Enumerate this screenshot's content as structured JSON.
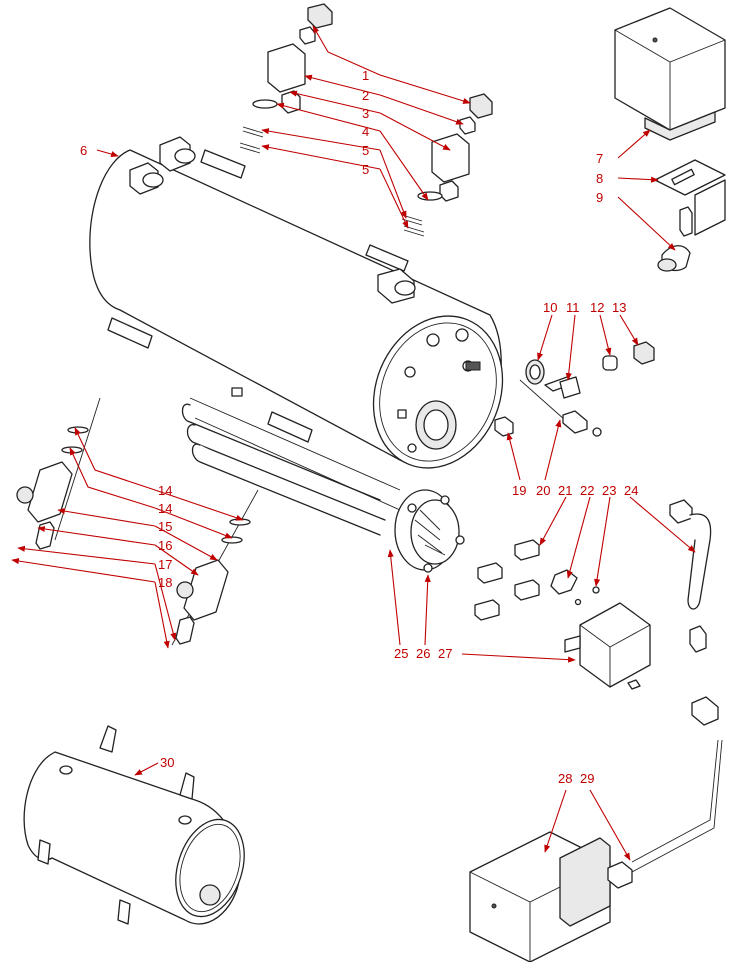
{
  "diagram": {
    "colors": {
      "label": "#c00000",
      "line": "#222222"
    },
    "labels": [
      {
        "id": "l1",
        "text": "1"
      },
      {
        "id": "l2",
        "text": "2"
      },
      {
        "id": "l3",
        "text": "3"
      },
      {
        "id": "l4",
        "text": "4"
      },
      {
        "id": "l5a",
        "text": "5"
      },
      {
        "id": "l5b",
        "text": "5"
      },
      {
        "id": "l6",
        "text": "6"
      },
      {
        "id": "l7",
        "text": "7"
      },
      {
        "id": "l8",
        "text": "8"
      },
      {
        "id": "l9",
        "text": "9"
      },
      {
        "id": "l10",
        "text": "10"
      },
      {
        "id": "l11",
        "text": "11"
      },
      {
        "id": "l12",
        "text": "12"
      },
      {
        "id": "l13",
        "text": "13"
      },
      {
        "id": "l14a",
        "text": "14"
      },
      {
        "id": "l14b",
        "text": "14"
      },
      {
        "id": "l15",
        "text": "15"
      },
      {
        "id": "l16",
        "text": "16"
      },
      {
        "id": "l17",
        "text": "17"
      },
      {
        "id": "l18",
        "text": "18"
      },
      {
        "id": "l19",
        "text": "19"
      },
      {
        "id": "l20",
        "text": "20"
      },
      {
        "id": "l21",
        "text": "21"
      },
      {
        "id": "l22",
        "text": "22"
      },
      {
        "id": "l23",
        "text": "23"
      },
      {
        "id": "l24",
        "text": "24"
      },
      {
        "id": "l25",
        "text": "25"
      },
      {
        "id": "l26",
        "text": "26"
      },
      {
        "id": "l27",
        "text": "27"
      },
      {
        "id": "l28",
        "text": "28"
      },
      {
        "id": "l29",
        "text": "29"
      },
      {
        "id": "l30",
        "text": "30"
      }
    ]
  }
}
